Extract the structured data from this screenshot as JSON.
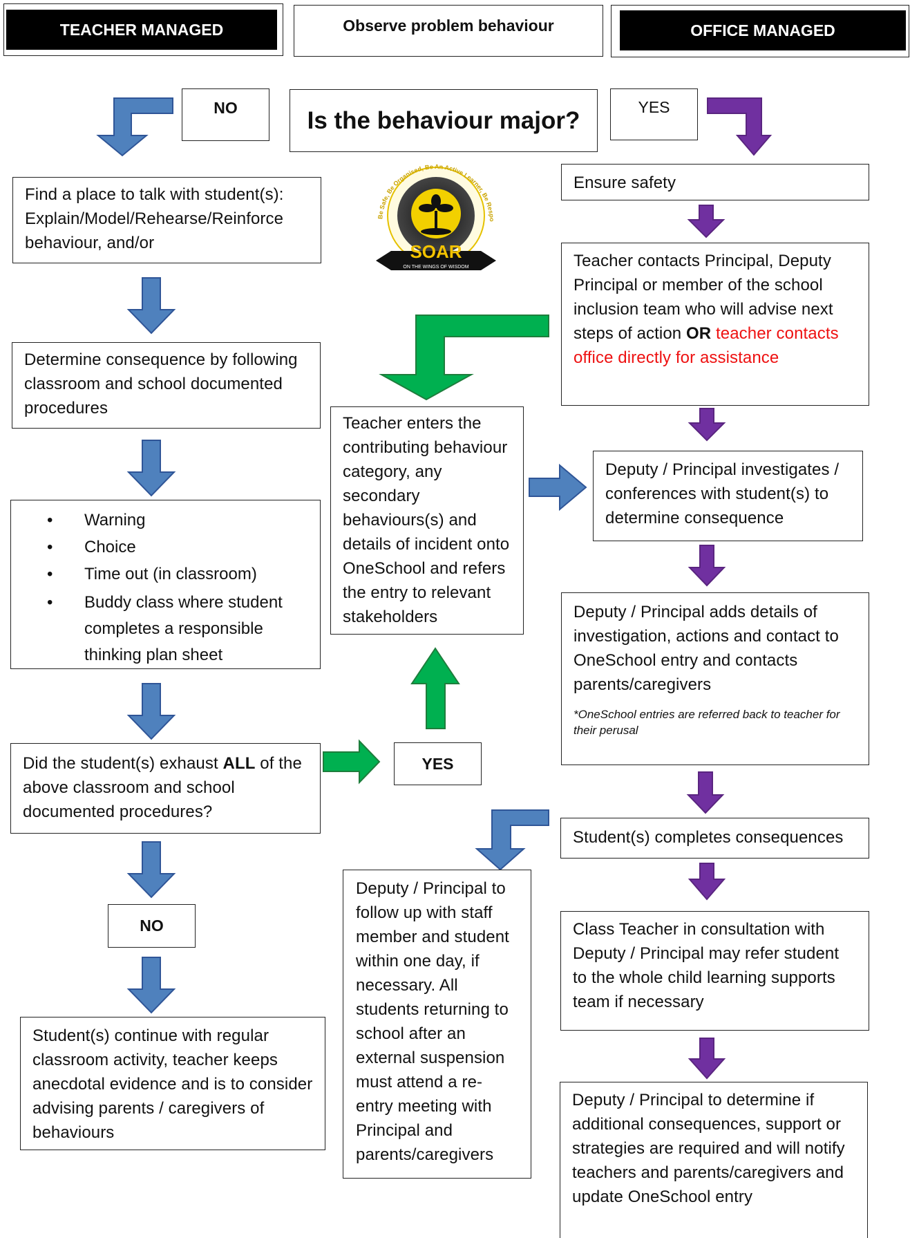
{
  "header": {
    "teacher_managed": "TEACHER MANAGED",
    "observe": "Observe problem behaviour",
    "office_managed": "OFFICE MANAGED"
  },
  "decision": {
    "question": "Is the behaviour major?",
    "no_label": "NO",
    "yes_label": "YES"
  },
  "logo": {
    "ring_text": "Be Safe, Be Organised, Be An Active Learner, Be Responsible",
    "banner": "SOAR",
    "motto": "ON THE WINGS OF WISDOM"
  },
  "teacher": {
    "talk": "Find a place to talk with student(s): Explain/Model/Rehearse/Reinforce behaviour, and/or",
    "determine": "Determine consequence by following classroom and school documented procedures",
    "options": [
      "Warning",
      "Choice",
      "Time out (in classroom)",
      "Buddy class where student completes a responsible thinking plan sheet"
    ],
    "exhaust_pre": "Did the student(s) exhaust ",
    "exhaust_bold": "ALL",
    "exhaust_post": " of the above classroom and school documented procedures?",
    "yes_label": "YES",
    "no_label": "NO",
    "continue": "Student(s) continue with regular classroom activity, teacher keeps anecdotal evidence and is to consider advising parents / caregivers of behaviours"
  },
  "middle": {
    "enters": "Teacher enters the contributing behaviour category, any secondary behaviours(s) and details of incident onto OneSchool and refers the entry to relevant stakeholders",
    "follow_up": "Deputy / Principal to follow up with staff member and student within one day, if necessary. All students returning to school after an external suspension must attend a re-entry meeting with Principal and parents/caregivers"
  },
  "office": {
    "safety": "Ensure safety",
    "contacts_pre": "Teacher contacts Principal, Deputy Principal or member of the school inclusion team who will advise next steps of action ",
    "contacts_bold": "OR",
    "contacts_red": " teacher contacts office directly for assistance",
    "investigates": "Deputy / Principal investigates / conferences with student(s) to determine consequence",
    "adds": "Deputy / Principal adds details of investigation, actions and contact to OneSchool entry and contacts parents/caregivers",
    "adds_note": "*OneSchool entries are referred back to teacher for their perusal",
    "completes": "Student(s) completes consequences",
    "class_teacher": "Class Teacher in consultation with Deputy / Principal may refer student to the whole child learning supports team if necessary",
    "determine_additional": "Deputy / Principal to determine if additional consequences, support or strategies are required and will notify teachers and parents/caregivers and update OneSchool entry"
  },
  "colors": {
    "blue_arrow": "#4f81bd",
    "purple_arrow": "#7030a0",
    "green_arrow": "#00b050",
    "red_text": "#ee1111"
  }
}
